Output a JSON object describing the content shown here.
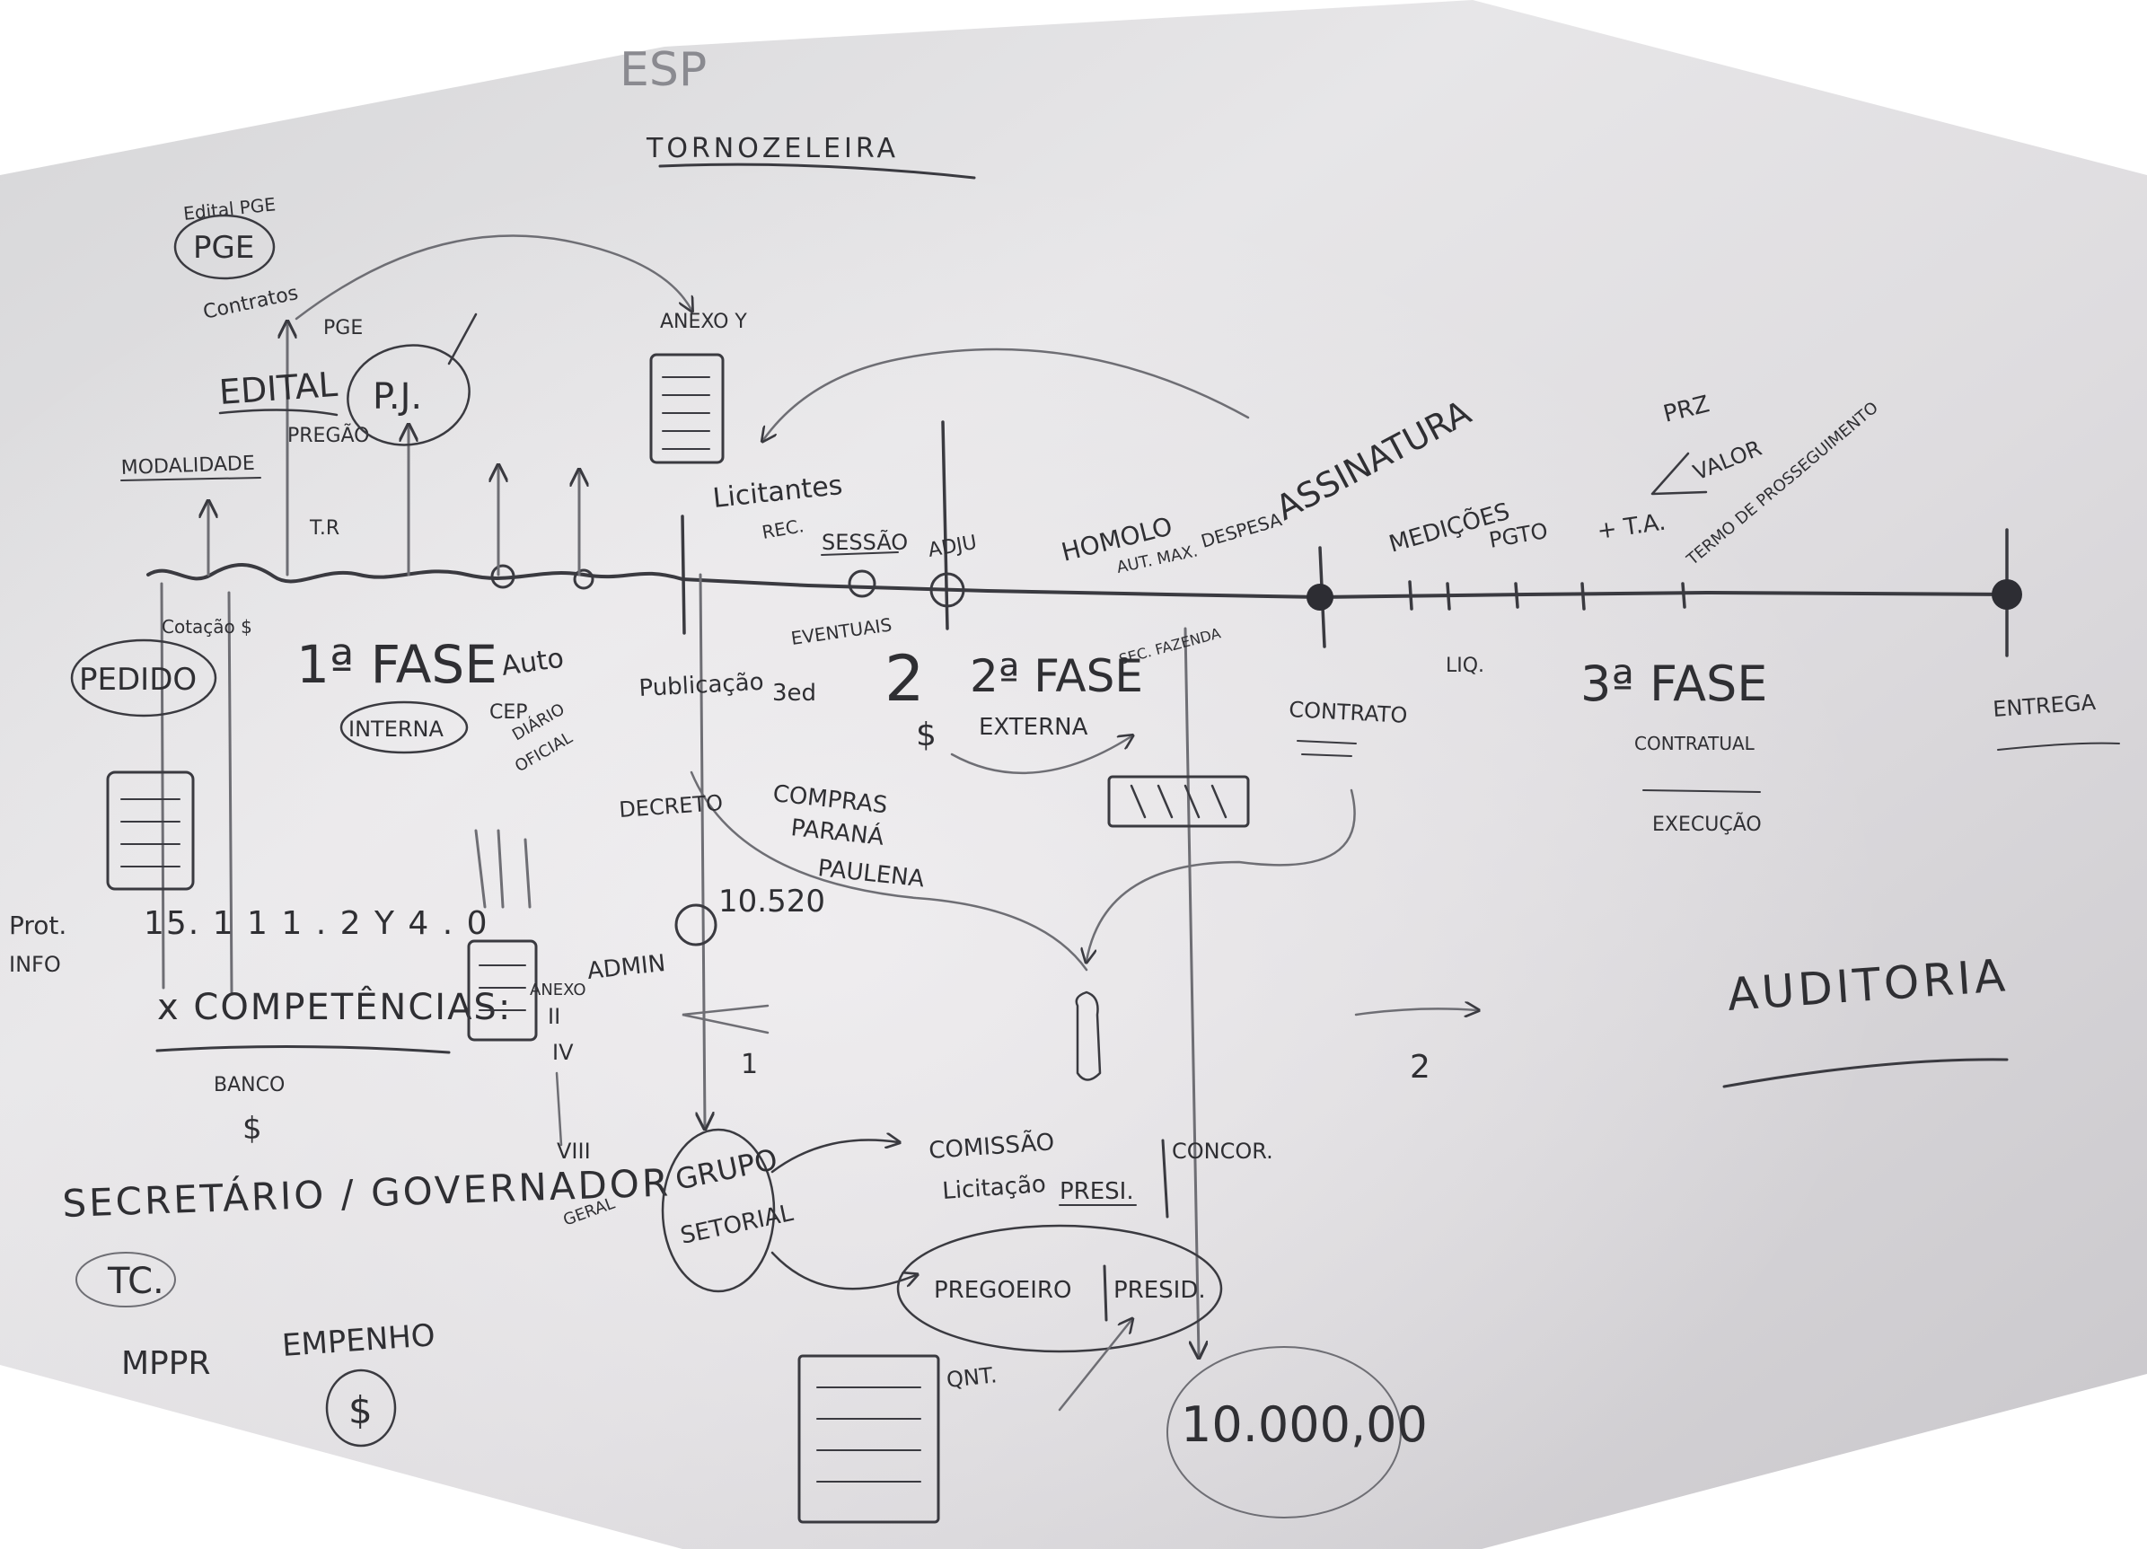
{
  "header": {
    "esp": "ESP",
    "tornozeleira": "TORNOZELEIRA"
  },
  "fase_interna": {
    "edital_pge": "Edital PGE",
    "contratos": "Contratos",
    "pge": "PGE",
    "edital": "EDITAL",
    "pregao": "PREGÃO",
    "pj": "P.J.",
    "modalidade": "MODALIDADE",
    "anexo": "ANEXO Y",
    "licitantes": "Licitantes",
    "rec": "REC.",
    "sessao": "SESSÃO",
    "adju": "ADJU",
    "tr": "T.R",
    "cotacao": "Cotação $",
    "pedido": "PEDIDO",
    "fase1": "1ª FASE",
    "interna": "INTERNA",
    "auto": "Auto",
    "cep": "CEP",
    "diario": "DIÁRIO",
    "oficial": "OFICIAL",
    "publicacao": "Publicação",
    "dias": "3ed",
    "eventuais": "EVENTUAIS"
  },
  "fase_externa": {
    "homolo": "HOMOLO",
    "aut": "AUT. MAX.",
    "despesa": "DESPESA",
    "assinatura": "ASSINATURA",
    "fase2": "2ª FASE",
    "dollar": "$",
    "externa": "EXTERNA",
    "sec": "SEC. FAZENDA"
  },
  "fase_contratual": {
    "medicoes": "MEDIÇÕES",
    "pgto": "PGTO",
    "ta": "+ T.A.",
    "prz": "PRZ",
    "valor": "VALOR",
    "termo": "TERMO DE PROSSEGUIMENTO",
    "contrato": "CONTRATO",
    "liq": "LIQ.",
    "fase3": "3ª FASE",
    "contratual": "CONTRATUAL",
    "execucao": "EXECUÇÃO",
    "entrega": "ENTREGA"
  },
  "lower_left": {
    "prot": "Prot.",
    "info": "INFO",
    "protocol_number": "15. 1 1 1 . 2 Y 4 . 0",
    "competencias": "x COMPETÊNCIAS:",
    "banco": "BANCO",
    "dollar": "$",
    "secretario": "SECRETÁRIO / GOVERNADOR",
    "tc": "TC.",
    "mppr": "MPPR",
    "empenho": "EMPENHO",
    "dollar2": "$"
  },
  "middle": {
    "compras": "COMPRAS",
    "parana": "PARANÁ",
    "paulena": "PAULENA",
    "decreto": "DECRETO",
    "lei": "10.520",
    "admin": "ADMIN",
    "anexo": "ANEXO",
    "ii": "II",
    "iv": "IV",
    "viii": "VIII",
    "geral": "GERAL",
    "grupo": "GRUPO",
    "setorial": "SETORIAL",
    "comissao": "COMISSÃO",
    "licitacao": "Licitação",
    "presi": "PRESI.",
    "pregoeiro": "PREGOEIRO",
    "presidente": "PRESID.",
    "qnt": "QNT.",
    "concor": "CONCOR.",
    "valor": "10.000,00"
  },
  "right": {
    "auditoria": "AUDITORIA"
  }
}
